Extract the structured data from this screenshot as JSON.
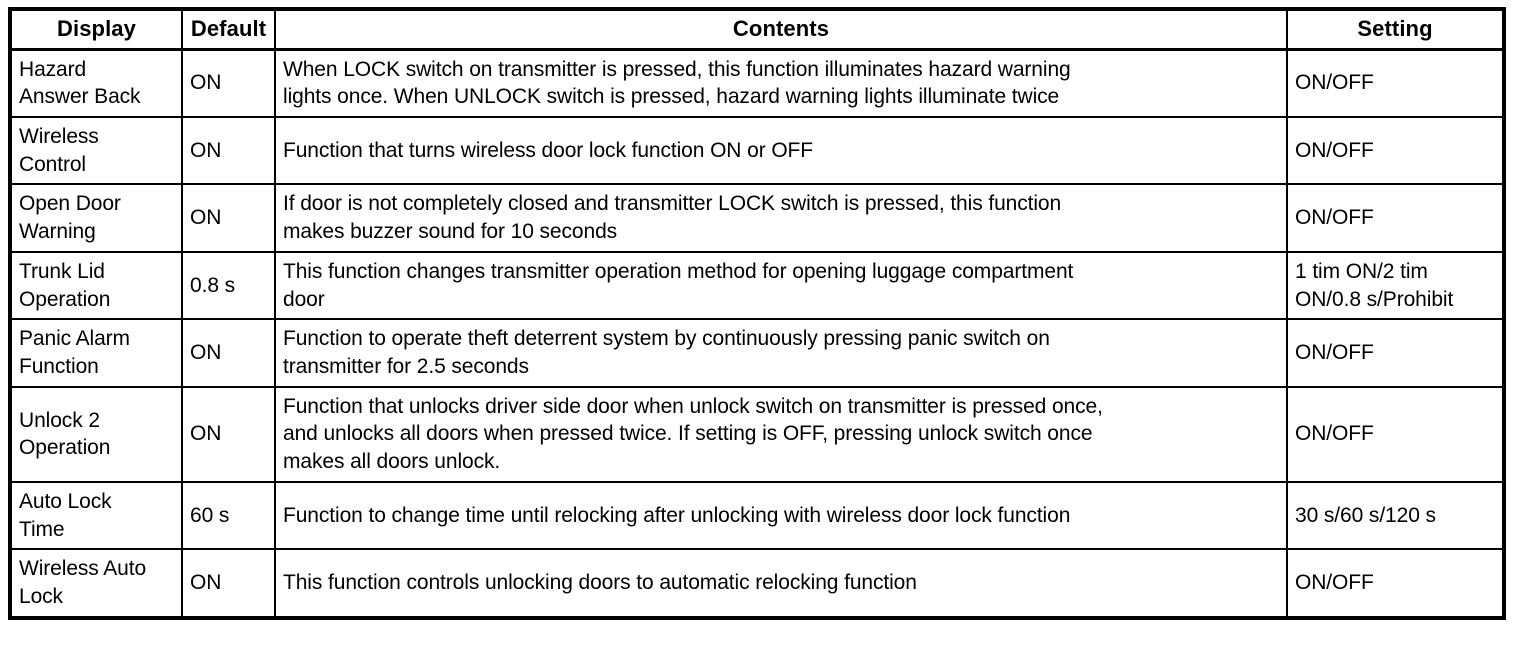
{
  "table": {
    "columns": [
      {
        "key": "display",
        "label": "Display",
        "align": "center"
      },
      {
        "key": "default",
        "label": "Default",
        "align": "center"
      },
      {
        "key": "contents",
        "label": "Contents",
        "align": "center"
      },
      {
        "key": "setting",
        "label": "Setting",
        "align": "center"
      }
    ],
    "rows": [
      {
        "display_line1": "Hazard",
        "display_line2": "Answer Back",
        "default": "ON",
        "contents_line1": "When LOCK switch on transmitter is pressed, this function illuminates hazard warning",
        "contents_line2": "lights once. When UNLOCK switch is pressed, hazard warning lights illuminate twice",
        "contents_line3": "",
        "setting_line1": "ON/OFF",
        "setting_line2": ""
      },
      {
        "display_line1": "Wireless",
        "display_line2": "Control",
        "default": "ON",
        "contents_line1": "Function that turns wireless door lock function ON or OFF",
        "contents_line2": "",
        "contents_line3": "",
        "setting_line1": "ON/OFF",
        "setting_line2": ""
      },
      {
        "display_line1": "Open Door",
        "display_line2": "Warning",
        "default": "ON",
        "contents_line1": "If door is not completely closed and transmitter LOCK switch is pressed, this function",
        "contents_line2": "makes buzzer sound for 10 seconds",
        "contents_line3": "",
        "setting_line1": "ON/OFF",
        "setting_line2": ""
      },
      {
        "display_line1": "Trunk Lid",
        "display_line2": "Operation",
        "default": "0.8 s",
        "contents_line1": "This function changes transmitter operation method for opening luggage compartment",
        "contents_line2": "door",
        "contents_line3": "",
        "setting_line1": "1 tim ON/2 tim",
        "setting_line2": "ON/0.8 s/Prohibit"
      },
      {
        "display_line1": "Panic Alarm",
        "display_line2": "Function",
        "default": "ON",
        "contents_line1": "Function to operate theft deterrent system by continuously pressing panic switch on",
        "contents_line2": "transmitter for 2.5 seconds",
        "contents_line3": "",
        "setting_line1": "ON/OFF",
        "setting_line2": ""
      },
      {
        "display_line1": "Unlock 2",
        "display_line2": "Operation",
        "default": "ON",
        "contents_line1": "Function that unlocks driver side door when unlock switch on transmitter is pressed once,",
        "contents_line2": "and unlocks all doors when pressed twice. If setting is OFF, pressing unlock switch once",
        "contents_line3": "makes all doors unlock.",
        "setting_line1": "ON/OFF",
        "setting_line2": ""
      },
      {
        "display_line1": "Auto Lock",
        "display_line2": "Time",
        "default": "60 s",
        "contents_line1": "Function to change time until relocking after unlocking with wireless door lock function",
        "contents_line2": "",
        "contents_line3": "",
        "setting_line1": "30 s/60 s/120 s",
        "setting_line2": ""
      },
      {
        "display_line1": "Wireless Auto",
        "display_line2": "Lock",
        "default": "ON",
        "contents_line1": "This function controls unlocking doors to automatic relocking function",
        "contents_line2": "",
        "contents_line3": "",
        "setting_line1": "ON/OFF",
        "setting_line2": ""
      }
    ]
  }
}
